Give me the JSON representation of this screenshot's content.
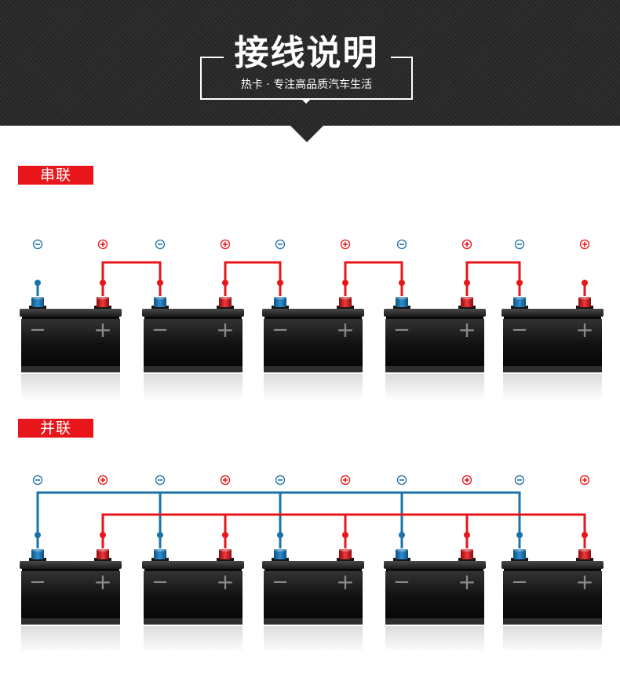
{
  "header": {
    "title": "接线说明",
    "subtitle": "热卡 · 专注高品质汽车生活"
  },
  "sections": [
    {
      "label": "串联",
      "wiring": "series"
    },
    {
      "label": "并联",
      "wiring": "parallel"
    }
  ],
  "colors": {
    "negative": "#1a73a8",
    "positive": "#e8161a",
    "label_bg": "#e8161a"
  },
  "battery": {
    "minus_glyph": "−",
    "plus_glyph": "+",
    "count": 5
  }
}
